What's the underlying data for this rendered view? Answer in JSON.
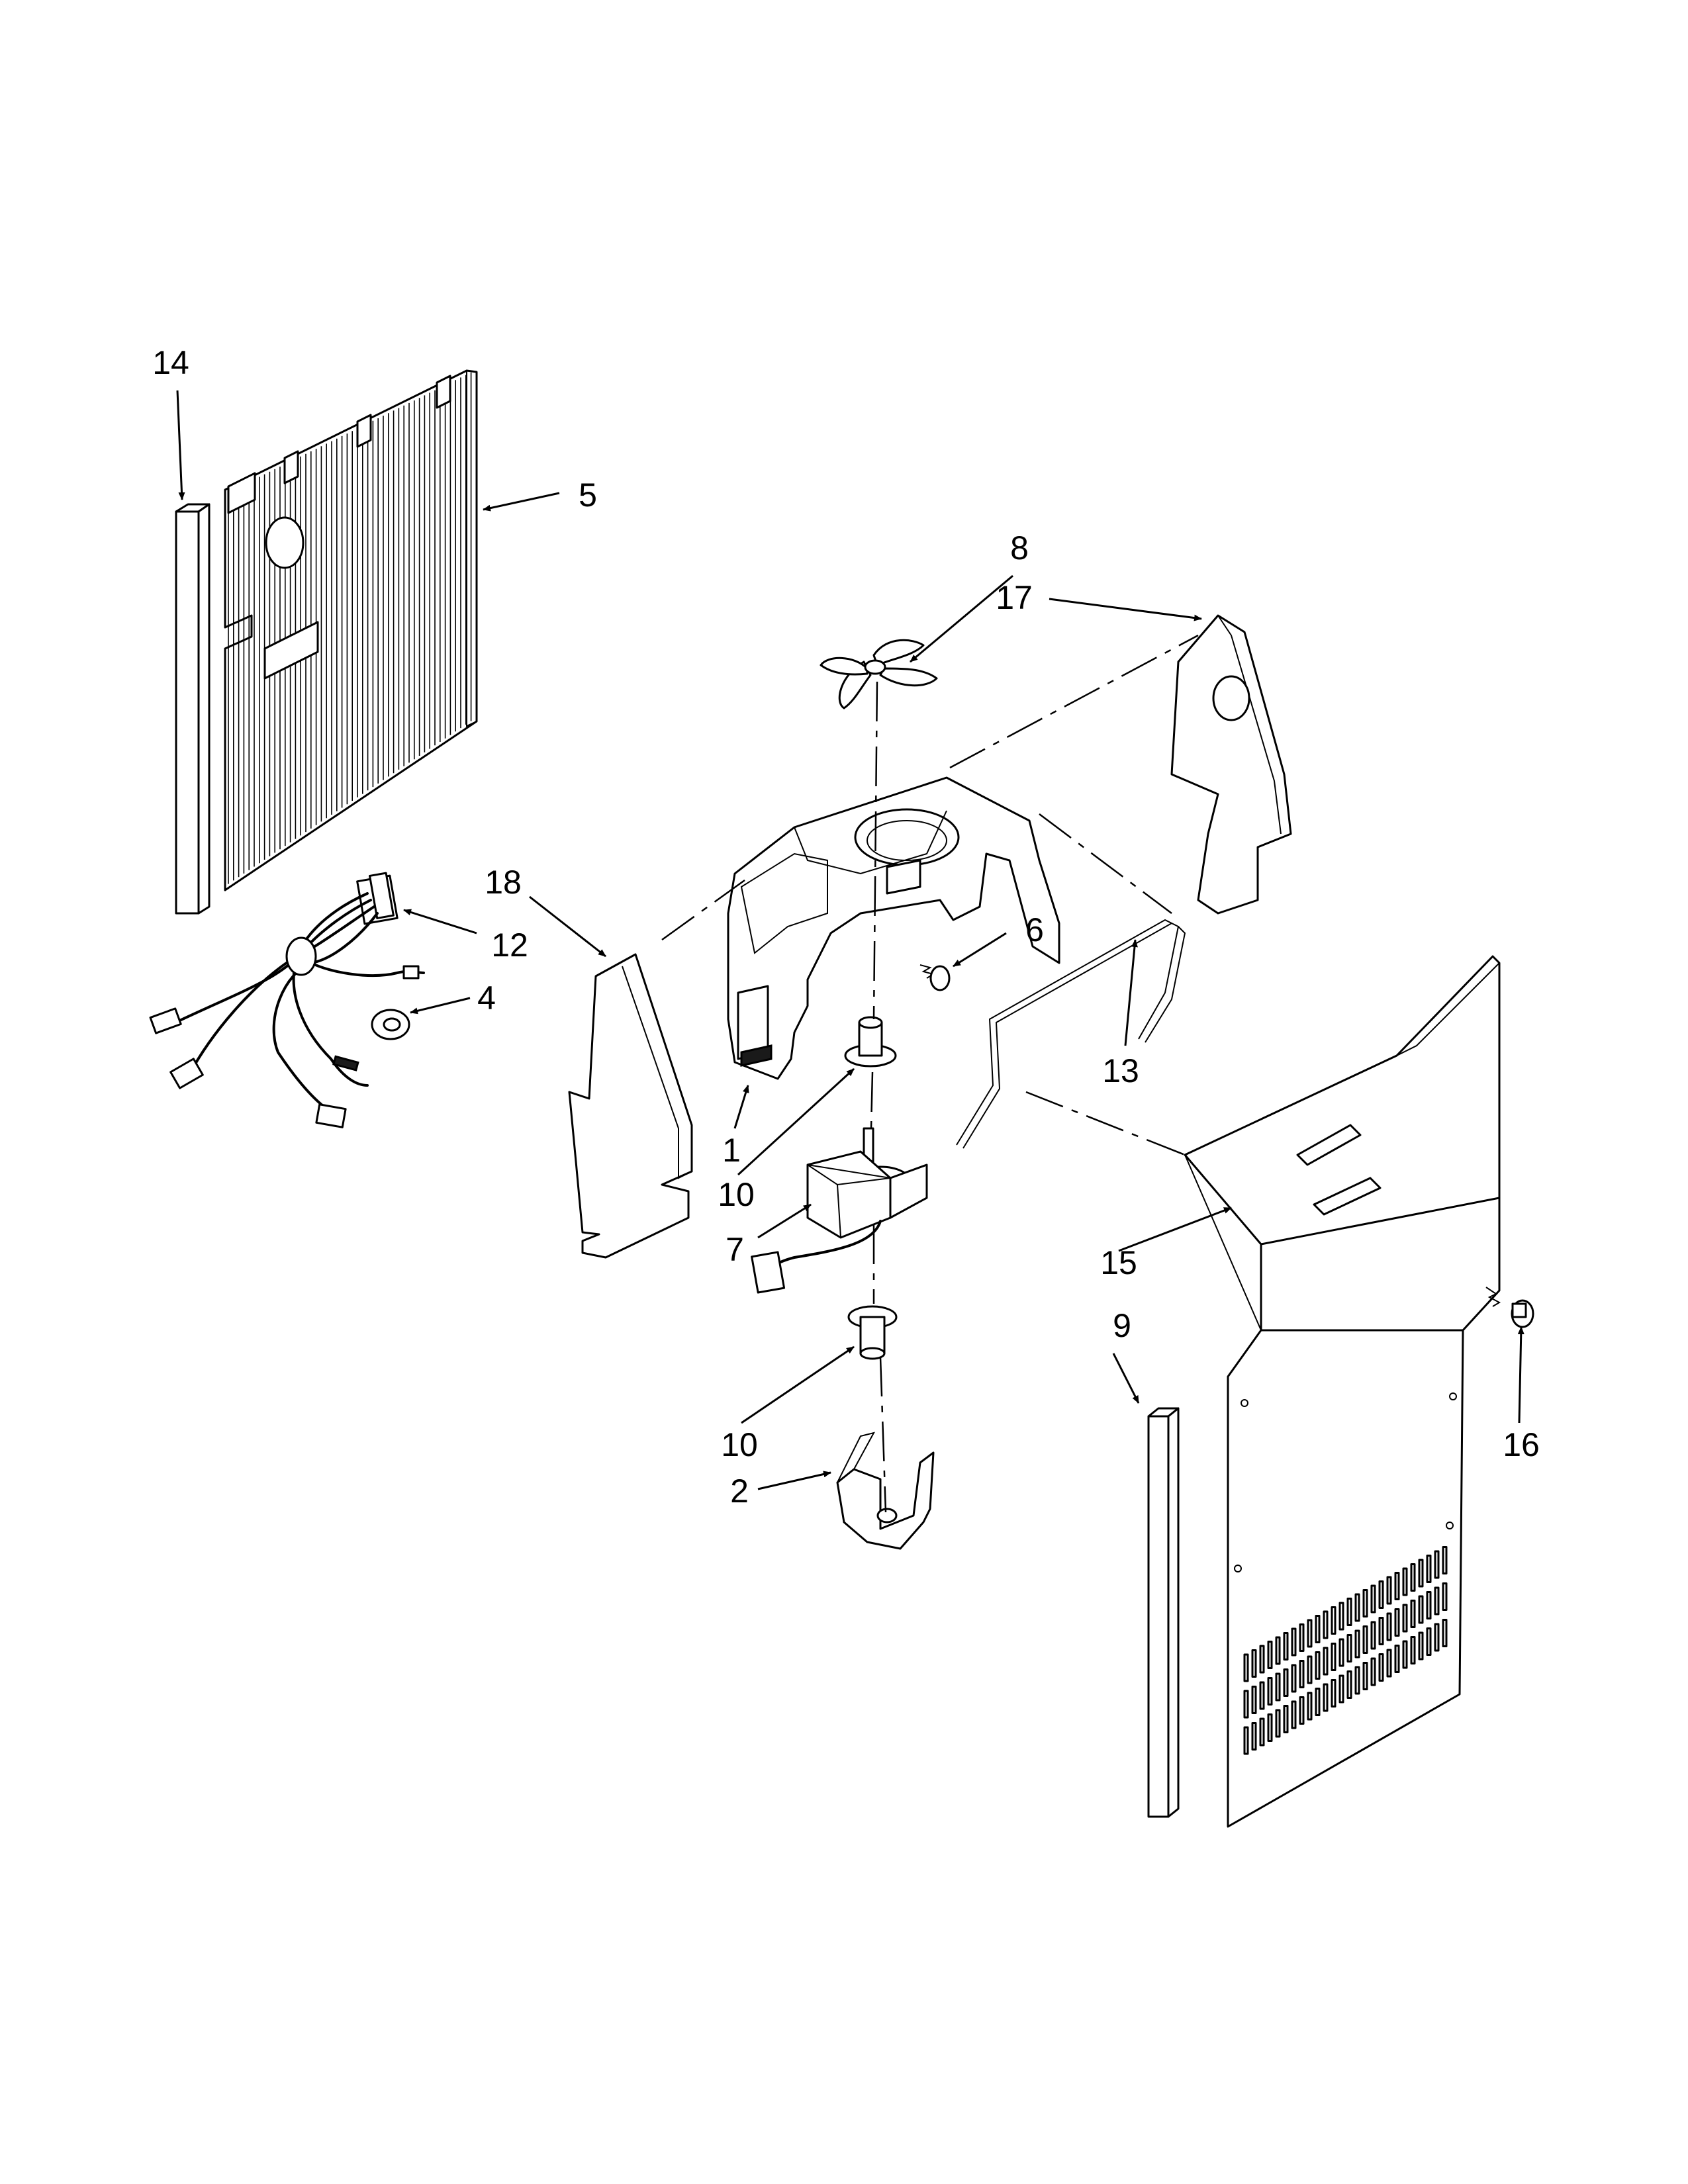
{
  "callouts": {
    "c1": "1",
    "c2": "2",
    "c4": "4",
    "c5": "5",
    "c6": "6",
    "c7": "7",
    "c8": "8",
    "c9": "9",
    "c10a": "10",
    "c10b": "10",
    "c12": "12",
    "c13": "13",
    "c14": "14",
    "c15": "15",
    "c16": "16",
    "c17": "17",
    "c18": "18"
  },
  "colors": {
    "line": "#000000",
    "background": "#ffffff"
  }
}
